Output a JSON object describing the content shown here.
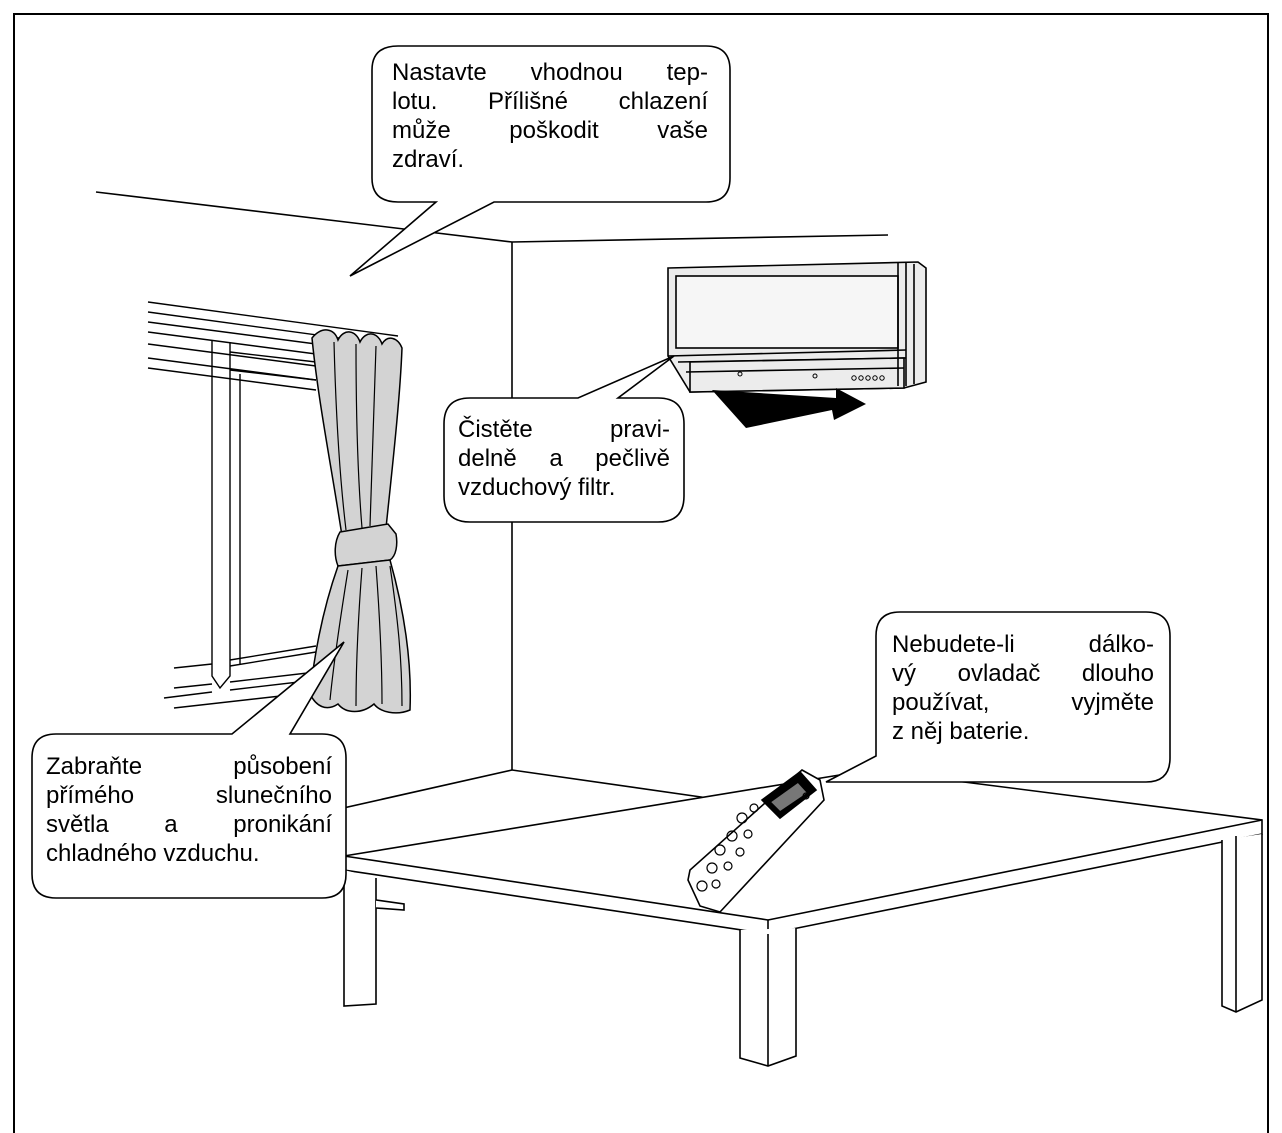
{
  "callouts": {
    "temperature": {
      "lines": [
        "Nastavte vhodnou tep-",
        "lotu. Přílišné chlazení",
        "může poškodit vaše",
        "zdraví."
      ]
    },
    "filter": {
      "lines": [
        "Čistěte pravi-",
        "delně a pečlivě",
        "vzduchový filtr."
      ]
    },
    "remote": {
      "lines": [
        "Nebudete-li dálko-",
        "vý ovladač dlouho",
        "používat, vyjměte",
        "z něj baterie."
      ]
    },
    "curtain": {
      "lines": [
        "Zabraňte působení",
        "přímého slunečního",
        "světla a pronikání",
        "chladného vzduchu."
      ]
    }
  },
  "colors": {
    "line": "#000000",
    "curtain_fill": "#d3d3d3",
    "ac_fill": "#ececec",
    "airflow_arrow": "#000000"
  },
  "icons": [
    "air-conditioner-icon",
    "airflow-arrow-icon",
    "remote-control-icon",
    "curtain-icon",
    "window-icon",
    "table-icon"
  ]
}
